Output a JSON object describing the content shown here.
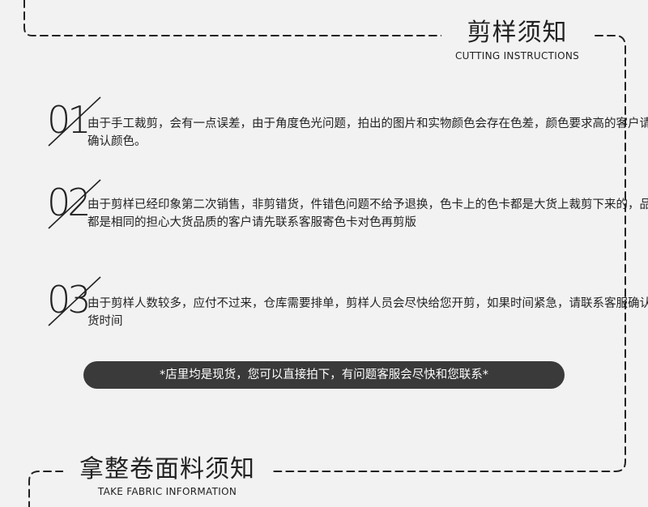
{
  "header": {
    "title_cn": "剪样须知",
    "title_en": "CUTTING INSTRUCTIONS"
  },
  "items": [
    {
      "number": "01",
      "text": "由于手工裁剪，会有一点误差，由于角度色光问题，拍出的图片和实物颜色会存在色差，颜色要求高的客户请先确认颜色。"
    },
    {
      "number": "02",
      "text": "由于剪样已经印象第二次销售，非剪错货，件错色问题不给予退换，色卡上的色卡都是大货上裁剪下来的，品质都是相同的担心大货品质的客户请先联系客服寄色卡对色再剪版"
    },
    {
      "number": "03",
      "text": "由于剪样人数较多，应付不过来，仓库需要排单，剪样人员会尽快给您开剪，如果时间紧急，请联系客服确认发货时间"
    }
  ],
  "notice": "*店里均是现货，您可以直接拍下，有问题客服会尽快和您联系*",
  "footer": {
    "title_cn": "拿整卷面料须知",
    "title_en": "TAKE FABRIC INFORMATION"
  },
  "colors": {
    "background": "#f2f2f2",
    "ink": "#222222",
    "notice_bg": "#3a3a3a"
  }
}
